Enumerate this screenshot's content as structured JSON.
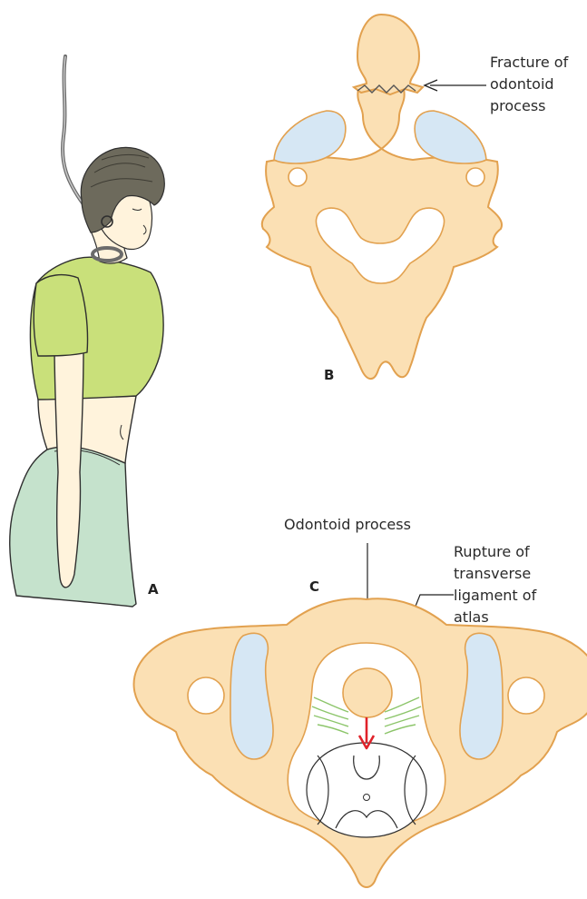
{
  "panels": {
    "a": "A",
    "b": "B",
    "c": "C"
  },
  "labels": {
    "fracture": [
      "Fracture of",
      "odontoid",
      "process"
    ],
    "odontoid": "Odontoid process",
    "rupture": [
      "Rupture of",
      "transverse",
      "ligament of",
      "atlas"
    ]
  },
  "colors": {
    "bone": "#fbe0b4",
    "bone_outline": "#e2a14f",
    "cartilage": "#d6e7f4",
    "ligament": "#8cc56a",
    "arrow": "#e0222a",
    "shirt": "#c9e07a",
    "skirt": "#c5e2cc",
    "hair": "#6d6a5c",
    "skin": "#fff3dc"
  }
}
